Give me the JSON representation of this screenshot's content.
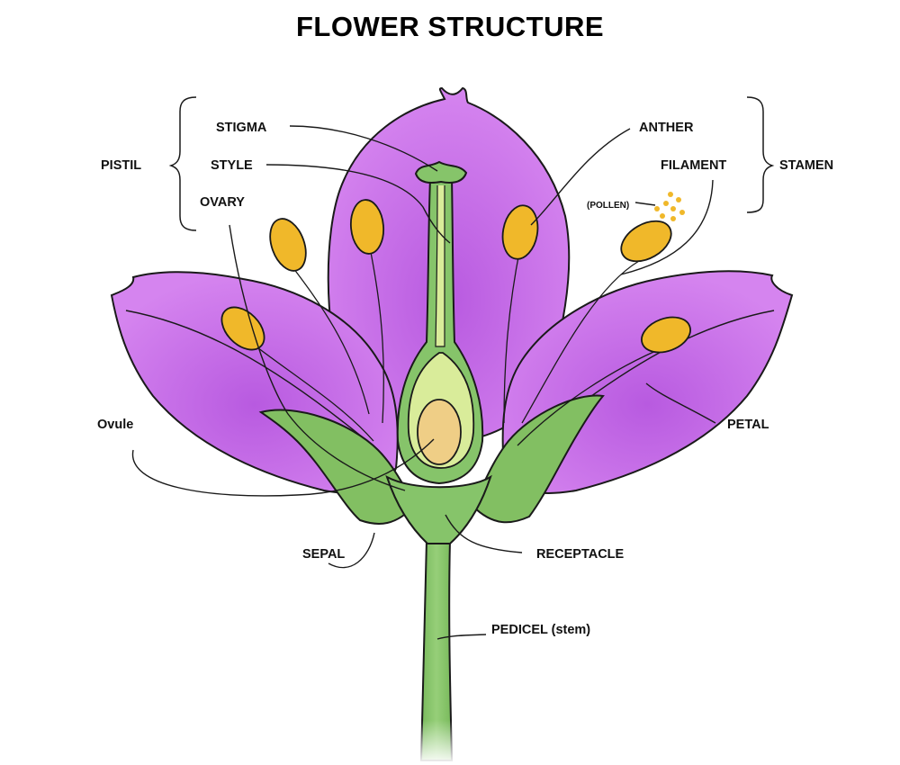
{
  "title": "FLOWER STRUCTURE",
  "labels": {
    "pistil": "PISTIL",
    "stigma": "STIGMA",
    "style": "STYLE",
    "ovary": "OVARY",
    "anther": "ANTHER",
    "filament": "FILAMENT",
    "stamen": "STAMEN",
    "pollen": "(POLLEN)",
    "ovule": "Ovule",
    "petal": "PETAL",
    "sepal": "SEPAL",
    "receptacle": "RECEPTACLE",
    "pedicel": "PEDICEL (stem)"
  },
  "colors": {
    "petal": "#c56ce6",
    "petal_shadow": "#a94fd0",
    "sepal": "#82bf62",
    "stem": "#86c46a",
    "ovary_wall": "#d9ec9a",
    "ovule": "#efce86",
    "anther": "#f0b82a",
    "outline": "#1a1a1a",
    "label": "#111111"
  }
}
